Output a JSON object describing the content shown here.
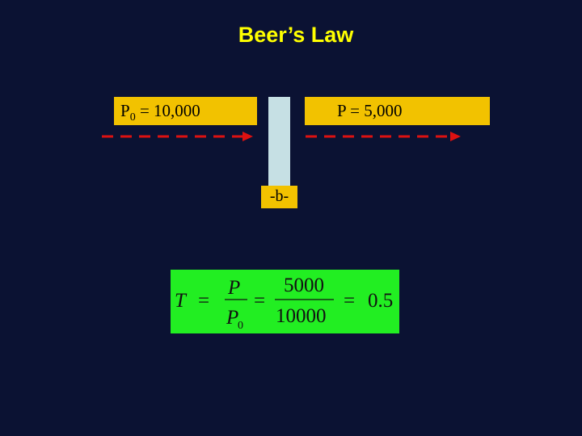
{
  "title": "Beer’s Law",
  "incident": {
    "symbol": "P",
    "subscript": "0",
    "rest": " = 10,000"
  },
  "transmitted": {
    "text": "P = 5,000"
  },
  "path_length": {
    "label": "-b-"
  },
  "equation": {
    "lhs": "T",
    "eq1": "=",
    "frac1_num": "P",
    "frac1_den_symbol": "P",
    "frac1_den_sub": "0",
    "eq2": "=",
    "frac2_num": "5000",
    "frac2_den": "10000",
    "eq3": "=",
    "result": "0.5"
  },
  "colors": {
    "background": "#0b1233",
    "title": "#ffff00",
    "label_box": "#f2c200",
    "cuvette": "#c6e0e4",
    "beam": "#dd1111",
    "equation_box": "#22ee22"
  }
}
